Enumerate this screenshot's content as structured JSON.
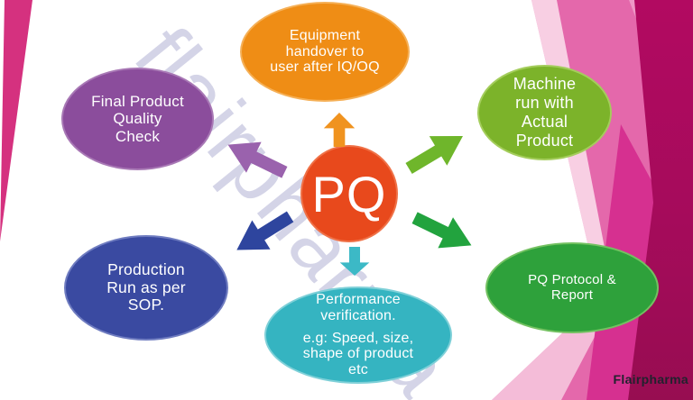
{
  "watermark_text": "flairpharma",
  "brand_label": "Flairpharma",
  "center_node": {
    "label": "PQ",
    "color": "#e8491c"
  },
  "nodes": [
    {
      "name": "equipment-handover",
      "label": "Equipment\nhandover to\nuser after IQ/OQ",
      "color": "#ef8d15"
    },
    {
      "name": "machine-run",
      "label": "Machine\nrun with\nActual\nProduct",
      "color": "#7cb32a"
    },
    {
      "name": "pq-protocol-report",
      "label": "PQ Protocol &\nReport",
      "color": "#2ea13b"
    },
    {
      "name": "performance-verification",
      "title": "Performance\nverification.",
      "detail": "e.g: Speed, size,\nshape of product\netc",
      "color": "#35b4c1"
    },
    {
      "name": "production-run",
      "label": "Production\nRun as per\nSOP.",
      "color": "#3a4aa1"
    },
    {
      "name": "final-product-quality",
      "label": "Final Product\nQuality\nCheck",
      "color": "#8b4d9c"
    }
  ],
  "arrows": [
    {
      "name": "arrow-up-to-equipment",
      "direction": "up",
      "color": "#f0931f"
    },
    {
      "name": "arrow-to-final-product",
      "direction": "up-left",
      "color": "#9a62ad"
    },
    {
      "name": "arrow-to-machine-run",
      "direction": "up-right",
      "color": "#6fb62b"
    },
    {
      "name": "arrow-to-production-run",
      "direction": "down-left",
      "color": "#2e459e"
    },
    {
      "name": "arrow-down-to-performance",
      "direction": "down",
      "color": "#3cb9c6"
    },
    {
      "name": "arrow-to-protocol",
      "direction": "down-right",
      "color": "#22a33e"
    }
  ],
  "background_colors": {
    "left_wedge": "#d5317f",
    "pink_light": "#f8cfe3",
    "pink_medium": "#e468ab",
    "pink_strong": "#d63090",
    "crimson": "#a50b5b",
    "watermark": "#b0b0d4"
  }
}
